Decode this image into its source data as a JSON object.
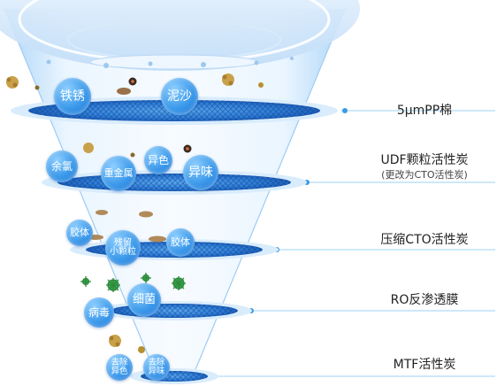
{
  "stages": [
    {
      "label": "5μmPP棉",
      "note": ""
    },
    {
      "label": "UDF颗粒活性炭",
      "note": "(更改为CTO活性炭)"
    },
    {
      "label": "压缩CTO活性炭",
      "note": ""
    },
    {
      "label": "RO反渗透膜",
      "note": ""
    },
    {
      "label": "MTF活性炭",
      "note": ""
    }
  ],
  "contaminants": {
    "stage1": [
      "铁锈",
      "泥沙"
    ],
    "stage2": [
      "余氯",
      "重金属",
      "异色",
      "异味"
    ],
    "stage3": [
      "胶体",
      "残留\n小颗粒",
      "胶体"
    ],
    "stage4": [
      "细菌",
      "病毒"
    ],
    "stage5": [
      "去除\n异色",
      "去除\n异味"
    ]
  },
  "colors": {
    "bubble": "#2f8fe6",
    "filter_disc": "#2b6fd0",
    "funnel": "#cfe6fb",
    "leader_line": "#9fd0f5",
    "leader_dot": "#3a9be8"
  }
}
